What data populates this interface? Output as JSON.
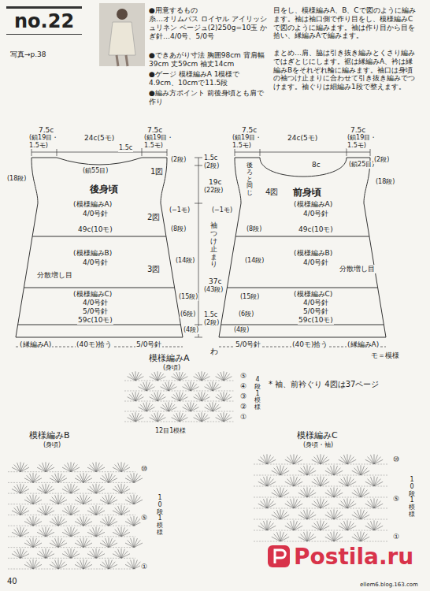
{
  "diagram": {
    "title": "no.22",
    "nodes": [
      {
        "text": [
          "後身頃"
        ]
      },
      {
        "text": [
          "前身頃"
        ]
      }
    ],
    "labels": [
      "写真→p.38",
      "●用意するもの",
      "糸…オリムパス ロイヤル アイリッシュリネン ベージュ(2)250g=10玉 かぎ針…4/0号、5/0号",
      "●できあがり寸法 胸囲98cm 背肩幅39cm 丈59cm 袖丈14cm",
      "●ゲージ 模様編みA 1模様で4.9cm、10cmで11.5段",
      "●編み方ポイント 前後身頃とも肩で作り",
      "目をし、模様編みA、B、Cで図のように編みます。袖は袖口側で作り目をし、模様編みCで図のように編みます。袖は作り目から目を拾い、縁編みAで編みます。",
      "まとめ…肩、脇は引き抜き編みとくさり編みではぎとじにします。裾は縁編みA、衿は縁編みBをそれぞれ輪に編みます。袖口は身頃の袖つけ止まりに合わせて引き抜き編みでつけます。袖ぐりは細編み1段で整えます。",
      "7.5c",
      "(鎖19目・1.5モ)",
      "24c(5モ)",
      "7.5c",
      "(鎖19目・1.5モ)",
      "1.5c",
      "(2段)",
      "(鎖55目)",
      "1図",
      "(18段)",
      "(模様編みA)",
      "4/0号針",
      "2図",
      "(−1モ)",
      "49c(10モ)",
      "(8段)",
      "(模様編みB)",
      "4/0号針",
      "分散増し目",
      "3図",
      "(14段)",
      "(15段)",
      "(模様編みC)",
      "4/0号針",
      "(6段)",
      "5/0号針",
      "59c(10モ)",
      "(4段)",
      "(縁編みA)",
      "(40モ)拾う",
      "5/0号針",
      "1.5c",
      "(2段)",
      "19c",
      "(22段)",
      "袖つけ止まり",
      "37c",
      "(43段)",
      "1.5c",
      "(2段)",
      "わ",
      "7.5c",
      "(鎖19目・1.5モ)",
      "24c(5モ)",
      "7.5c",
      "(鎖19目・1.5モ)",
      "(鎖25目)",
      "8c",
      "(2段)",
      "(18段)",
      "4図",
      "後ろと同じ",
      "(模様編みA)",
      "4/0号針",
      "(−1モ)",
      "(8段)",
      "49c(10モ)",
      "(模様編みB)",
      "分散増し目",
      "4/0号針",
      "(14段)",
      "(15段)",
      "(模様編みC)",
      "4/0号針",
      "(6段)",
      "5/0号針",
      "59c(10モ)",
      "(4段)",
      "5/0号針",
      "(40モ)拾う",
      "(縁編みA)",
      "モ＝模様",
      "* 袖、前衿ぐり 4図は37ページ",
      "模様編みA",
      "(身頃)",
      "⑤",
      "④",
      "③",
      "②",
      "①",
      "4段1模様",
      "12目1模様",
      "模様編みB",
      "(身頃)",
      "模様編みC",
      "(身頃・袖)",
      "⑩",
      "⑤",
      "①",
      "10段1模様",
      "⑩",
      "⑤",
      "①",
      "10段1模様",
      "40",
      "ellem6.blog.163.com",
      "Postila.ru"
    ]
  }
}
